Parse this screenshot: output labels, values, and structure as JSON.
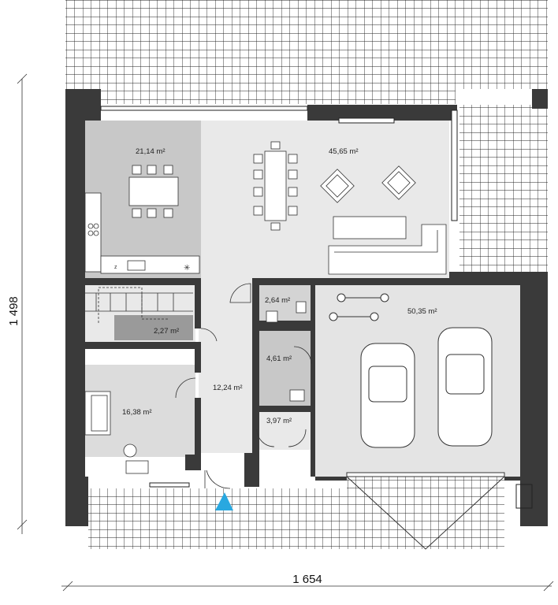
{
  "plan": {
    "rooms": [
      {
        "id": "dining",
        "area": "21,14 m²"
      },
      {
        "id": "living",
        "area": "45,65 m²"
      },
      {
        "id": "wc",
        "area": "2,64 m²"
      },
      {
        "id": "garage",
        "area": "50,35 m²"
      },
      {
        "id": "stairs",
        "area": "2,27 m²"
      },
      {
        "id": "bathroom",
        "area": "4,61 m²"
      },
      {
        "id": "hall",
        "area": "12,24 m²"
      },
      {
        "id": "office",
        "area": "16,38 m²"
      },
      {
        "id": "utility",
        "area": "3,97 m²"
      }
    ],
    "dimensions": {
      "width": "1 654",
      "height": "1 498"
    },
    "colors": {
      "wall": "#3a3a3a",
      "room_dark": "#c8c8c8",
      "room_mid": "#dcdcdc",
      "room_light": "#e9e9e9",
      "entrance_marker": "#29a8e0",
      "grid": "#222222"
    },
    "entrance_icon": "triangle-icon"
  }
}
